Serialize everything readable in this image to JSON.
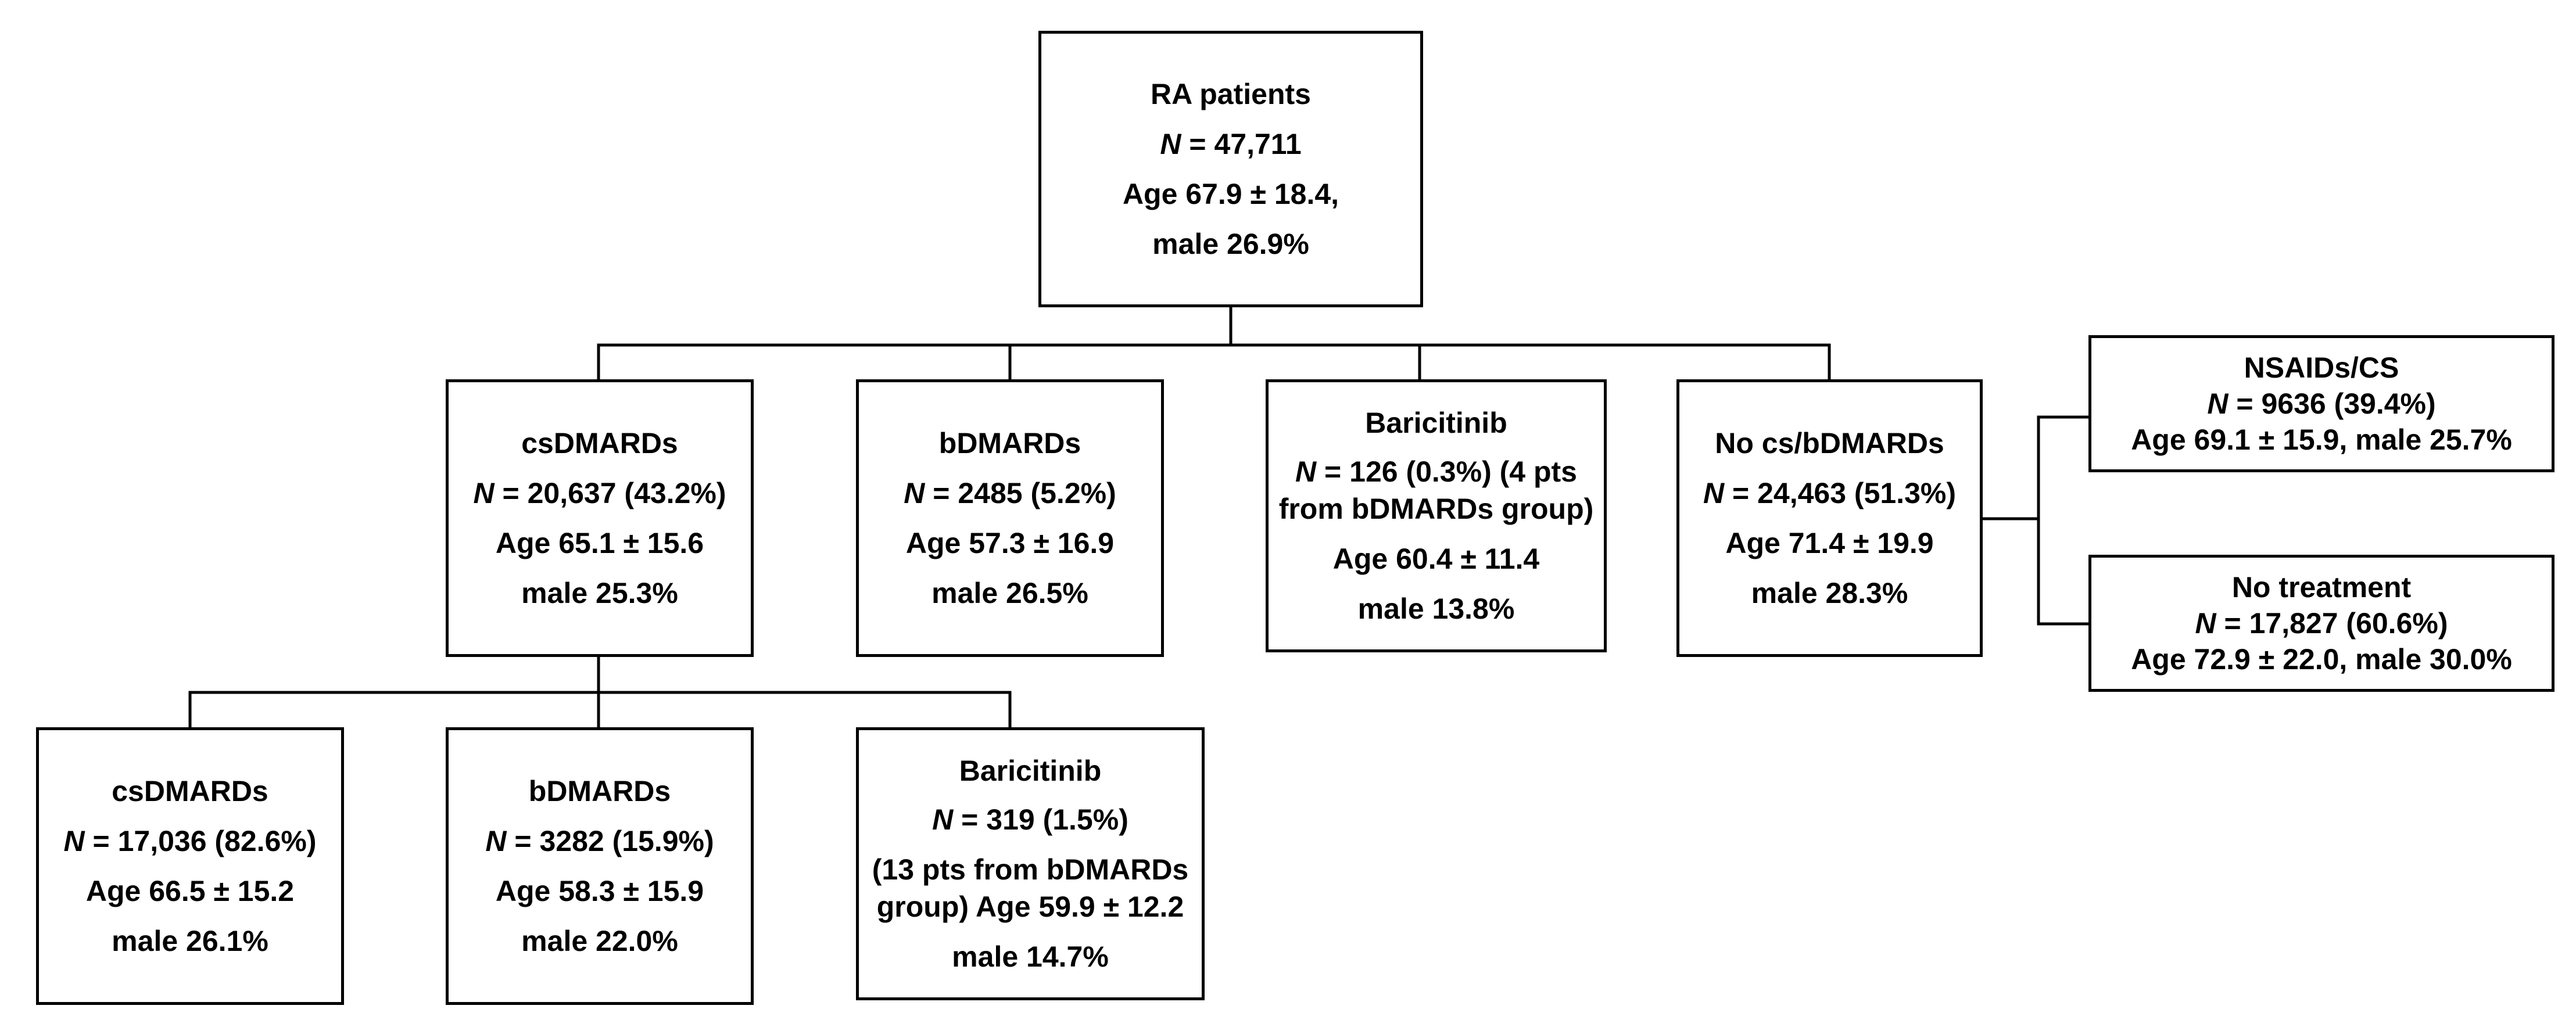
{
  "root": {
    "title": "RA patients",
    "n_label": "N",
    "n_value": "= 47,711",
    "age": "Age 67.9 ± 18.4,",
    "male": "male 26.9%"
  },
  "level1": {
    "csdmards": {
      "title": "csDMARDs",
      "n_label": "N",
      "n_value": "= 20,637 (43.2%)",
      "age": "Age 65.1 ± 15.6",
      "male": "male 25.3%"
    },
    "bdmards": {
      "title": "bDMARDs",
      "n_label": "N",
      "n_value": "= 2485 (5.2%)",
      "age": "Age 57.3 ± 16.9",
      "male": "male 26.5%"
    },
    "baricitinib": {
      "title": "Baricitinib",
      "n_label": "N",
      "n_value": "= 126 (0.3%) (4 pts",
      "note": "from bDMARDs group)",
      "age": "Age 60.4 ± 11.4",
      "male": "male 13.8%"
    },
    "no_csbdmards": {
      "title": "No cs/bDMARDs",
      "n_label": "N",
      "n_value": "= 24,463 (51.3%)",
      "age": "Age 71.4 ± 19.9",
      "male": "male 28.3%"
    }
  },
  "level2": {
    "csdmards": {
      "title": "csDMARDs",
      "n_label": "N",
      "n_value": "= 17,036 (82.6%)",
      "age": "Age 66.5 ± 15.2",
      "male": "male 26.1%"
    },
    "bdmards": {
      "title": "bDMARDs",
      "n_label": "N",
      "n_value": "= 3282 (15.9%)",
      "age": "Age 58.3 ± 15.9",
      "male": "male 22.0%"
    },
    "baricitinib": {
      "title": "Baricitinib",
      "n_label": "N",
      "n_value": "= 319 (1.5%)",
      "note": "(13 pts from bDMARDs",
      "age": "group) Age 59.9 ± 12.2",
      "male": "male 14.7%"
    }
  },
  "side": {
    "nsaids": {
      "title": "NSAIDs/CS",
      "n_label": "N",
      "n_value": "= 9636 (39.4%)",
      "age_male": "Age 69.1 ± 15.9, male 25.7%"
    },
    "no_treatment": {
      "title": "No treatment",
      "n_label": "N",
      "n_value": "= 17,827 (60.6%)",
      "age_male": "Age 72.9 ± 22.0, male 30.0%"
    }
  }
}
